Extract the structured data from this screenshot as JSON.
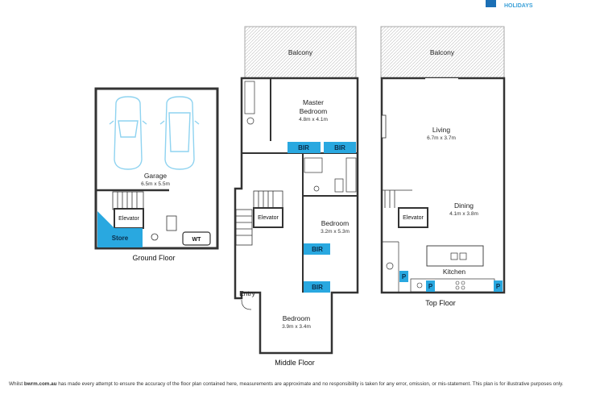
{
  "brand": {
    "name": "HOLIDAYS",
    "color": "#1b6fb5"
  },
  "floors": {
    "ground": {
      "label": "Ground Floor",
      "garage": {
        "name": "Garage",
        "dims": "6.5m x 5.5m"
      },
      "elevator": "Elevator",
      "store": "Store",
      "wt": "WT"
    },
    "middle": {
      "label": "Middle Floor",
      "balcony": "Balcony",
      "master": {
        "name_line1": "Master",
        "name_line2": "Bedroom",
        "dims": "4.8m x 4.1m"
      },
      "bir1": "BIR",
      "bir2": "BIR",
      "elevator": "Elevator",
      "bedroom2": {
        "name": "Bedroom",
        "dims": "3.2m x 5.3m"
      },
      "bir3": "BIR",
      "bir4": "BIR",
      "entry": "Entry",
      "bedroom3": {
        "name": "Bedroom",
        "dims": "3.9m x 3.4m"
      }
    },
    "top": {
      "label": "Top Floor",
      "balcony": "Balcony",
      "living": {
        "name": "Living",
        "dims": "6.7m x 3.7m"
      },
      "dining": {
        "name": "Dining",
        "dims": "4.1m x 3.8m"
      },
      "elevator": "Elevator",
      "kitchen": "Kitchen",
      "pantry_a": "P",
      "pantry_b": "P",
      "pantry_c": "P"
    }
  },
  "disclaimer": {
    "prefix": "Whilst ",
    "domain": "bwrm.com.au",
    "text": " has made every attempt to ensure the accuracy of the floor plan contained here, measurements are approximate and no responsibility is taken for any error, omission, or mis-statement. This plan is for illustrative purposes only."
  },
  "colors": {
    "accent": "#29a8e0",
    "wall": "#333333",
    "car": "#8fd3f0"
  }
}
